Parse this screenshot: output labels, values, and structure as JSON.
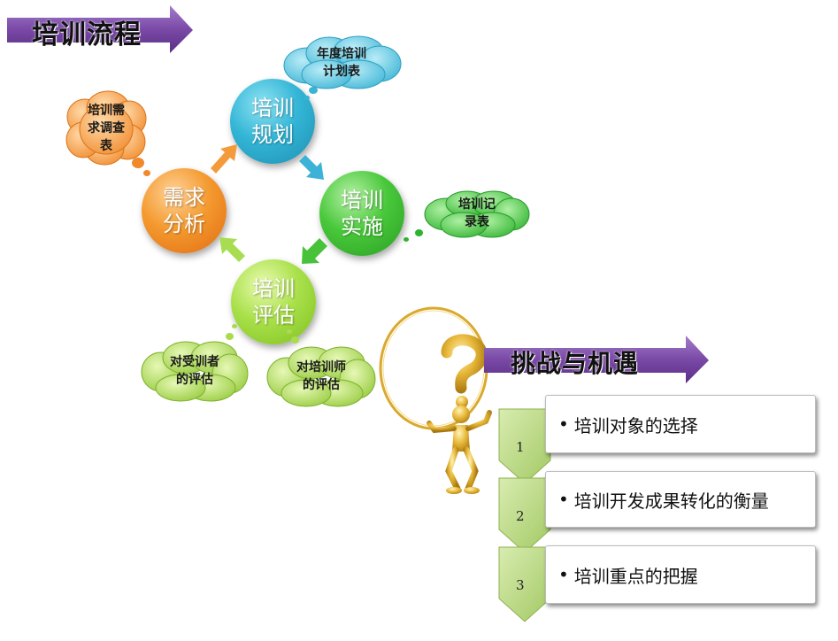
{
  "title": {
    "label": "培训流程"
  },
  "challenge": {
    "label": "挑战与机遇"
  },
  "process": {
    "plan": {
      "label": "培训\n规划"
    },
    "implement": {
      "label": "培训\n实施"
    },
    "evaluate": {
      "label": "培训\n评估"
    },
    "needs": {
      "label": "需求\n分析"
    }
  },
  "documents": {
    "annual_plan": "年度培训\n计划表",
    "survey": "培训需\n求调查\n表",
    "record": "培训记\n录表",
    "trainee_eval": "对受训者\n的评估",
    "trainer_eval": "对培训师\n的评估"
  },
  "challenges": [
    {
      "num": "1",
      "bullet": "•",
      "text": "培训对象的选择"
    },
    {
      "num": "2",
      "bullet": "•",
      "text": "培训开发成果转化的衡量"
    },
    {
      "num": "3",
      "bullet": "•",
      "text": "培训重点的把握"
    }
  ],
  "colors": {
    "banner_purple": "#7b4fa6",
    "plan_blue": "#2aa7cc",
    "implement_green": "#3fbf33",
    "needs_orange": "#f08a25",
    "evaluate_lime": "#9ed63f",
    "chevron_green": "#b7d77a"
  },
  "icons": {
    "figure": "question-mark-figure-icon"
  }
}
